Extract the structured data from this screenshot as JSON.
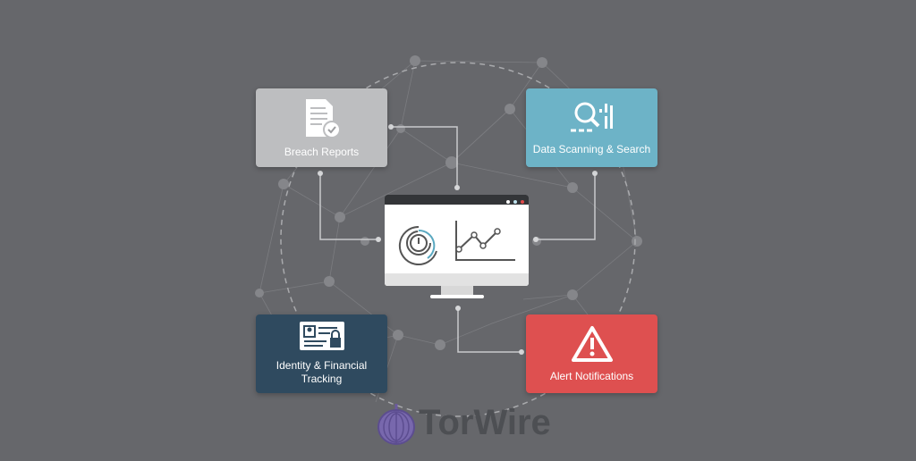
{
  "cards": {
    "breach_reports": {
      "label": "Breach Reports",
      "icon": "document-check-icon",
      "color": "#bdbec0"
    },
    "data_scanning": {
      "label": "Data Scanning & Search",
      "icon": "magnifier-scan-icon",
      "color": "#6db3c7"
    },
    "identity_tracking": {
      "label_line1": "Identity & Financial",
      "label_line2": "Tracking",
      "icon": "id-card-lock-icon",
      "color": "#2f4a5f"
    },
    "alert_notifications": {
      "label": "Alert Notifications",
      "icon": "warning-triangle-icon",
      "color": "#de5050"
    }
  },
  "center": {
    "icon": "dashboard-monitor-icon"
  },
  "brand": {
    "name": "TorWire",
    "logo": "onion-icon",
    "logo_color": "#6b5a9e"
  }
}
